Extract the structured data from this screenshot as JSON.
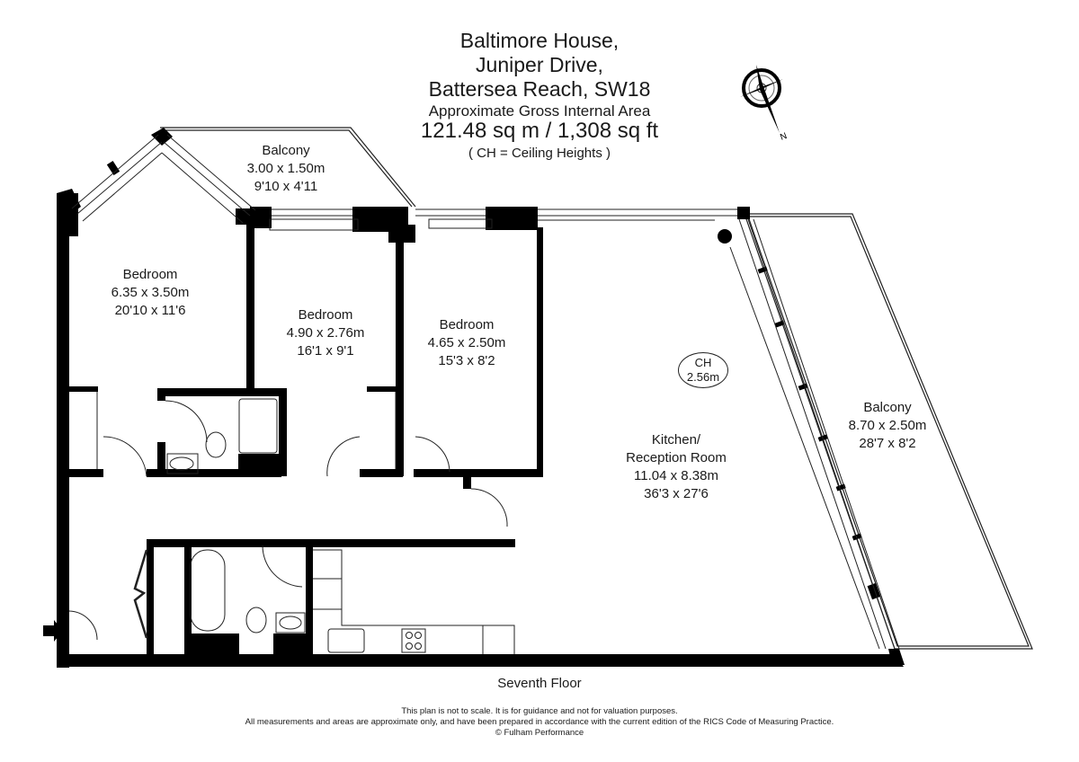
{
  "header": {
    "address_line1": "Baltimore House,",
    "address_line2": "Juniper Drive,",
    "address_line3": "Battersea Reach, SW18",
    "area_label": "Approximate Gross Internal Area",
    "area_value": "121.48 sq m  /  1,308 sq ft",
    "ch_note": "( CH = Ceiling Heights )"
  },
  "compass": {
    "icon": "compass-rose-icon",
    "north_label": "N"
  },
  "rooms": [
    {
      "id": "balcony-small",
      "name": "Balcony",
      "metric": "3.00 x 1.50m",
      "imperial": "9'10 x 4'11"
    },
    {
      "id": "bedroom-1",
      "name": "Bedroom",
      "metric": "6.35 x 3.50m",
      "imperial": "20'10 x 11'6"
    },
    {
      "id": "bedroom-2",
      "name": "Bedroom",
      "metric": "4.90 x 2.76m",
      "imperial": "16'1 x 9'1"
    },
    {
      "id": "bedroom-3",
      "name": "Bedroom",
      "metric": "4.65 x 2.50m",
      "imperial": "15'3 x 8'2"
    },
    {
      "id": "kitchen-reception",
      "name_line1": "Kitchen/",
      "name_line2": "Reception Room",
      "metric": "11.04 x 8.38m",
      "imperial": "36'3 x 27'6"
    },
    {
      "id": "balcony-large",
      "name": "Balcony",
      "metric": "8.70 x 2.50m",
      "imperial": "28'7 x 8'2"
    }
  ],
  "ceiling_height": {
    "label": "CH",
    "value": "2.56m"
  },
  "floor_label": "Seventh Floor",
  "footer": {
    "line1": "This plan is not to scale. It is for guidance and not for valuation purposes.",
    "line2": "All measurements and areas are approximate only, and have been prepared in accordance with the current edition of the RICS Code of Measuring Practice.",
    "line3": "© Fulham Performance"
  },
  "colors": {
    "wall": "#000000",
    "line": "#222222",
    "background": "#ffffff"
  }
}
